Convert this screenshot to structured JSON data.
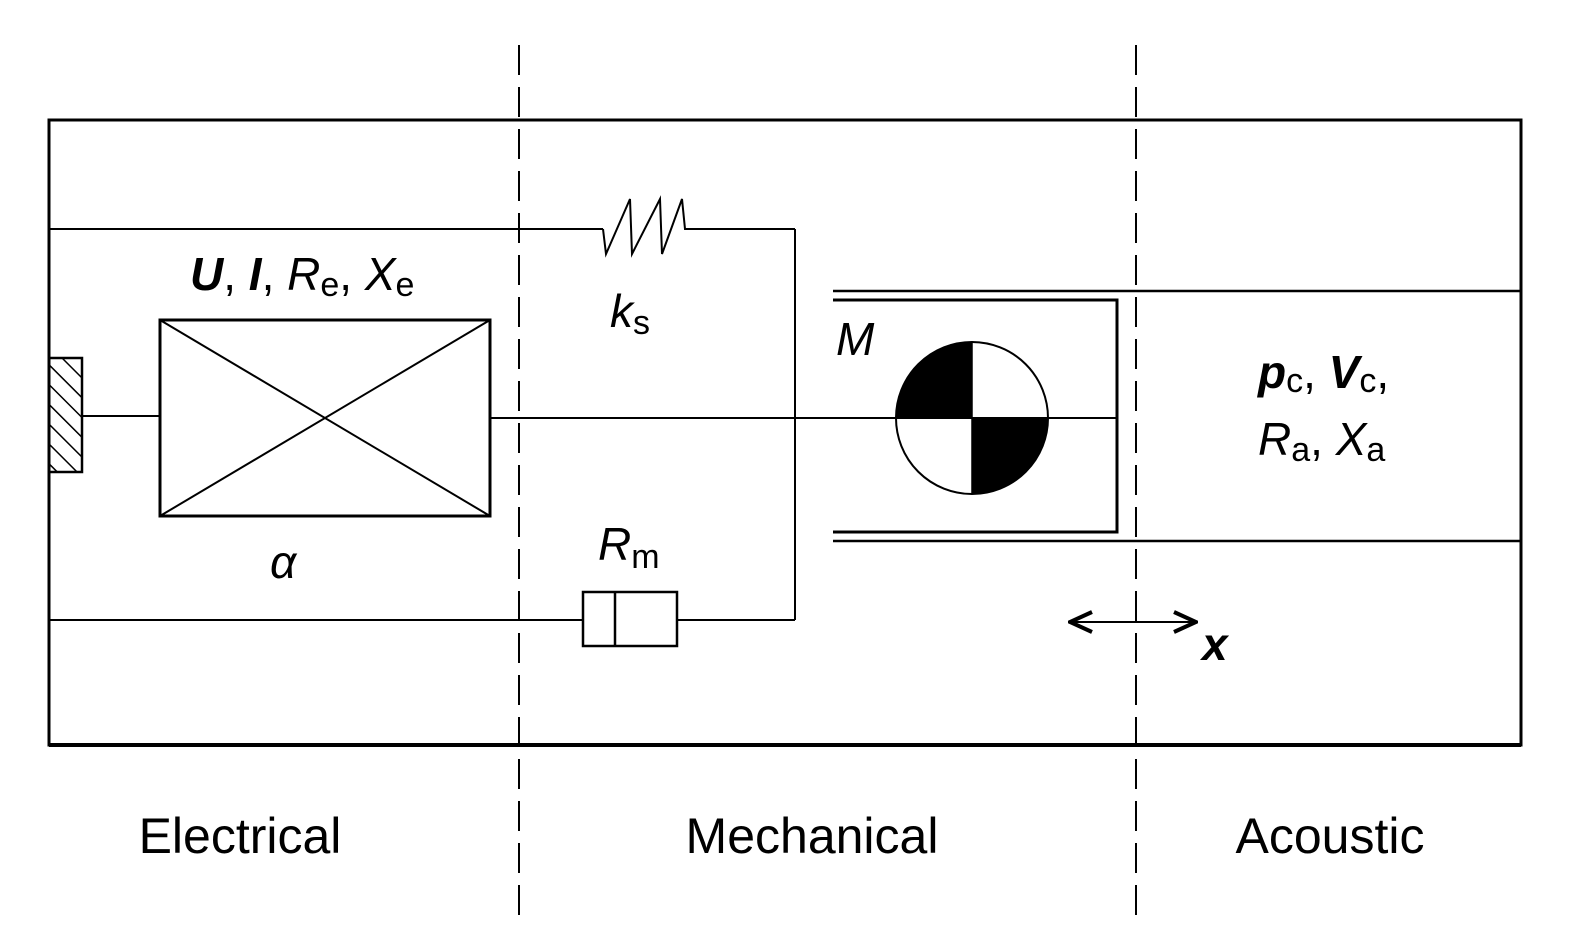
{
  "diagram": {
    "title": "Electro-mechano-acoustic loudspeaker model",
    "domains": [
      "Electrical",
      "Mechanical",
      "Acoustic"
    ],
    "electrical": {
      "vars": [
        {
          "sym": "U",
          "sub": "",
          "bold": true
        },
        {
          "sym": "I",
          "sub": "",
          "bold": true
        },
        {
          "sym": "R",
          "sub": "e",
          "bold": false
        },
        {
          "sym": "X",
          "sub": "e",
          "bold": false
        }
      ],
      "coupling_symbol": "α"
    },
    "mechanical": {
      "spring_symbol": "k",
      "spring_sub": "s",
      "damper_symbol": "R",
      "damper_sub": "m",
      "mass_symbol": "M"
    },
    "acoustic": {
      "line1": [
        {
          "sym": "p",
          "sub": "c",
          "bold": true
        },
        {
          "sym": "V",
          "sub": "c",
          "bold": true
        }
      ],
      "line2": [
        {
          "sym": "R",
          "sub": "a",
          "bold": false
        },
        {
          "sym": "X",
          "sub": "a",
          "bold": false
        }
      ]
    },
    "displacement_symbol": "x",
    "comma": ","
  }
}
